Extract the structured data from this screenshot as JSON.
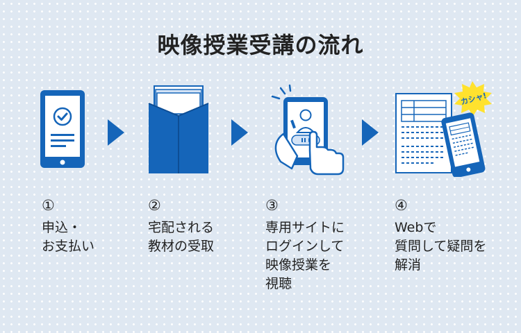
{
  "title": "映像授業受講の流れ",
  "steps": [
    {
      "num": "①",
      "lines": [
        "申込・",
        "お支払い"
      ],
      "icon": "smartphone-check-icon"
    },
    {
      "num": "②",
      "lines": [
        "宅配される",
        "教材の受取"
      ],
      "icon": "textbook-package-icon"
    },
    {
      "num": "③",
      "lines": [
        "専用サイトに",
        "ログインして",
        "映像授業を",
        "視聴"
      ],
      "icon": "video-lesson-phone-icon"
    },
    {
      "num": "④",
      "lines": [
        "Webで",
        "質問して疑問を",
        "解消"
      ],
      "icon": "photo-question-icon"
    }
  ],
  "badge": "カシャ!",
  "colors": {
    "primary": "#1565b9",
    "dark": "#0d4d94",
    "light": "#d3e3f6",
    "badge": "#ffe22e",
    "background": "#dfe8f2"
  }
}
